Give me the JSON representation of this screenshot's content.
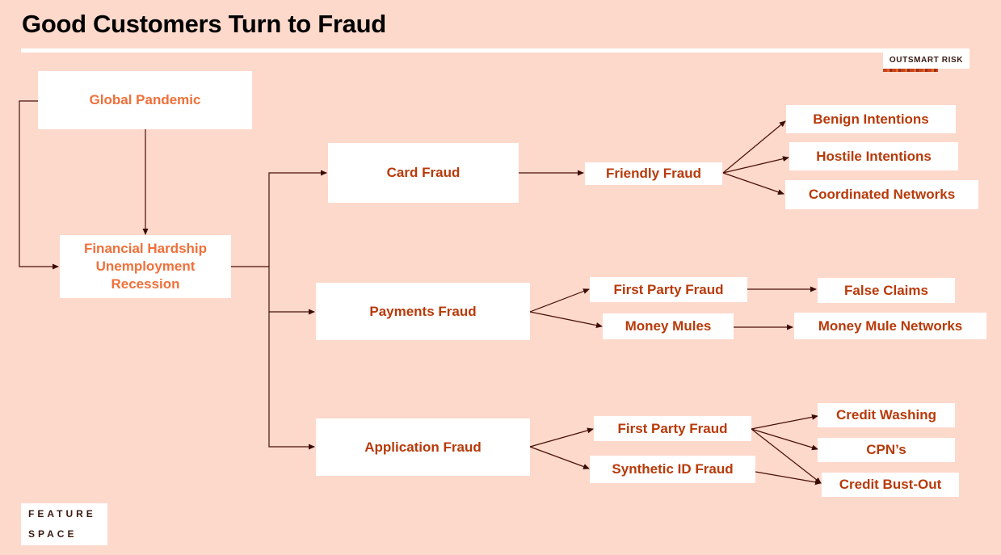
{
  "title": "Good Customers Turn to Fraud",
  "badge": "OUTSMART RISK",
  "logo": {
    "line1": "FEATURE",
    "line2": "SPACE"
  },
  "colors": {
    "background": "#fdd9cc",
    "node_text": "#b83a0a",
    "cause_text": "#f0703a",
    "connector": "#4a0f06"
  },
  "nodes": {
    "global_pandemic": "Global Pandemic",
    "hardship": [
      "Financial Hardship",
      "Unemployment",
      "Recession"
    ],
    "card_fraud": "Card Fraud",
    "payments_fraud": "Payments Fraud",
    "application_fraud": "Application Fraud",
    "friendly_fraud": "Friendly Fraud",
    "benign_intentions": "Benign Intentions",
    "hostile_intentions": "Hostile Intentions",
    "coordinated_networks": "Coordinated Networks",
    "first_party_fraud_payments": "First Party Fraud",
    "money_mules": "Money Mules",
    "false_claims": "False Claims",
    "money_mule_networks": "Money Mule Networks",
    "first_party_fraud_application": "First Party Fraud",
    "synthetic_id_fraud": "Synthetic ID Fraud",
    "credit_washing": "Credit Washing",
    "cpns": "CPN’s",
    "credit_bust_out": "Credit Bust-Out"
  }
}
